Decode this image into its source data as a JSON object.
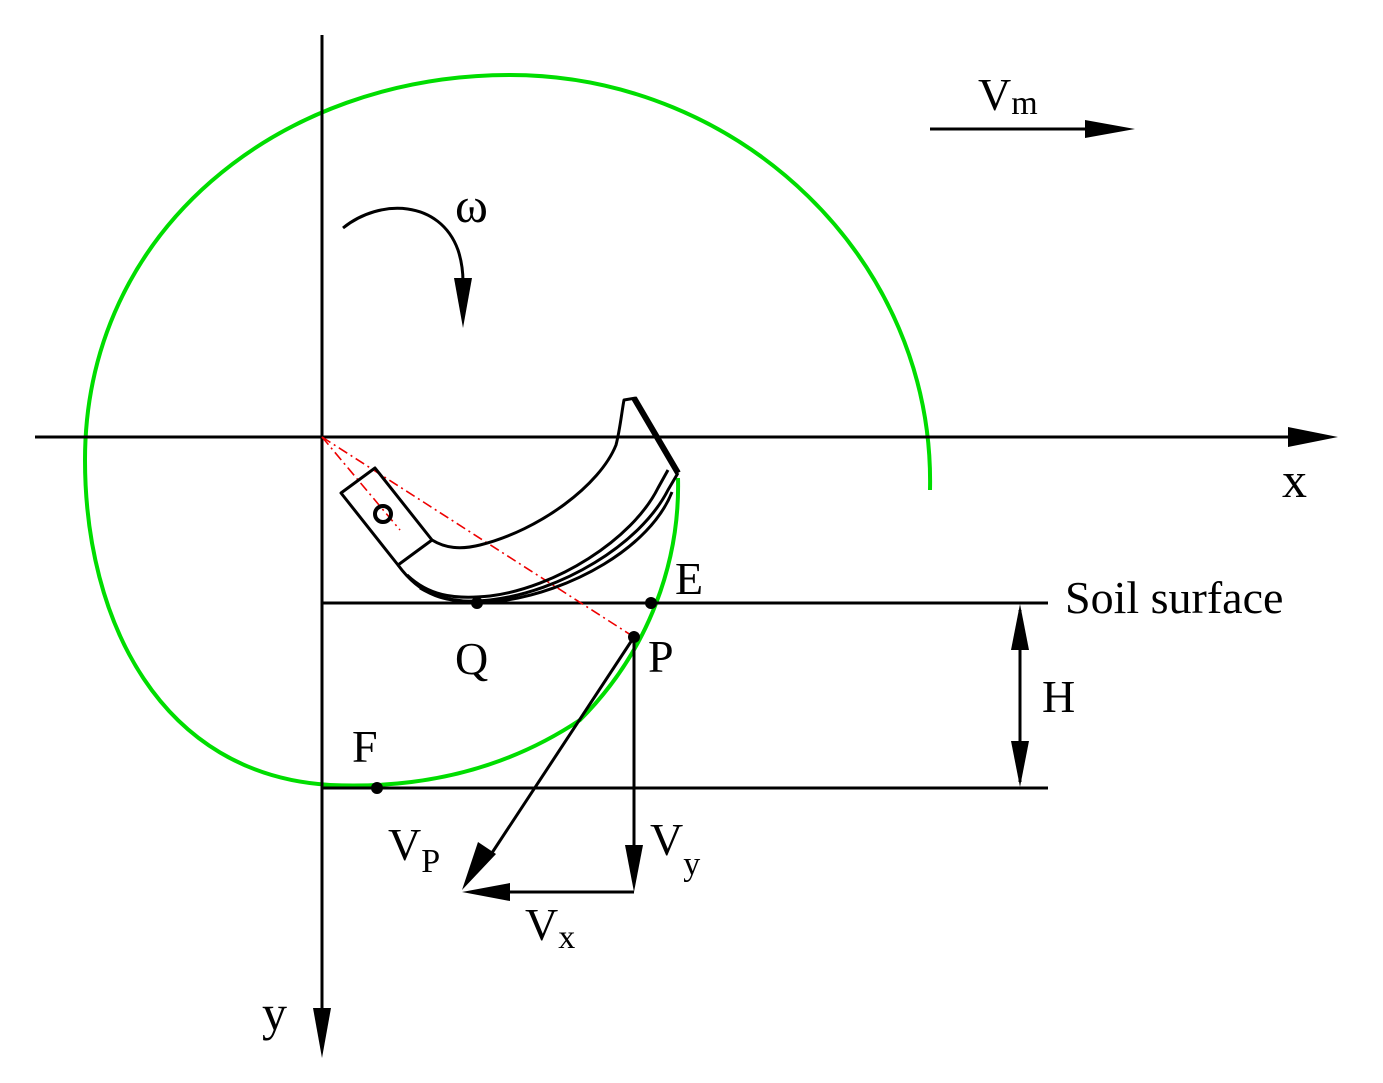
{
  "labels": {
    "vm_main": "V",
    "vm_sub": "m",
    "omega": "ω",
    "x_axis": "x",
    "y_axis": "y",
    "soil_surface": "Soil surface",
    "point_e": "E",
    "point_q": "Q",
    "point_p": "P",
    "point_f": "F",
    "depth_h": "H",
    "vp_main": "V",
    "vp_sub": "P",
    "vy_main": "V",
    "vy_sub": "y",
    "vx_main": "V",
    "vx_sub": "x"
  },
  "colors": {
    "trajectory": "#00dd00",
    "lines": "#000000",
    "radius_dash": "#ee0000"
  }
}
